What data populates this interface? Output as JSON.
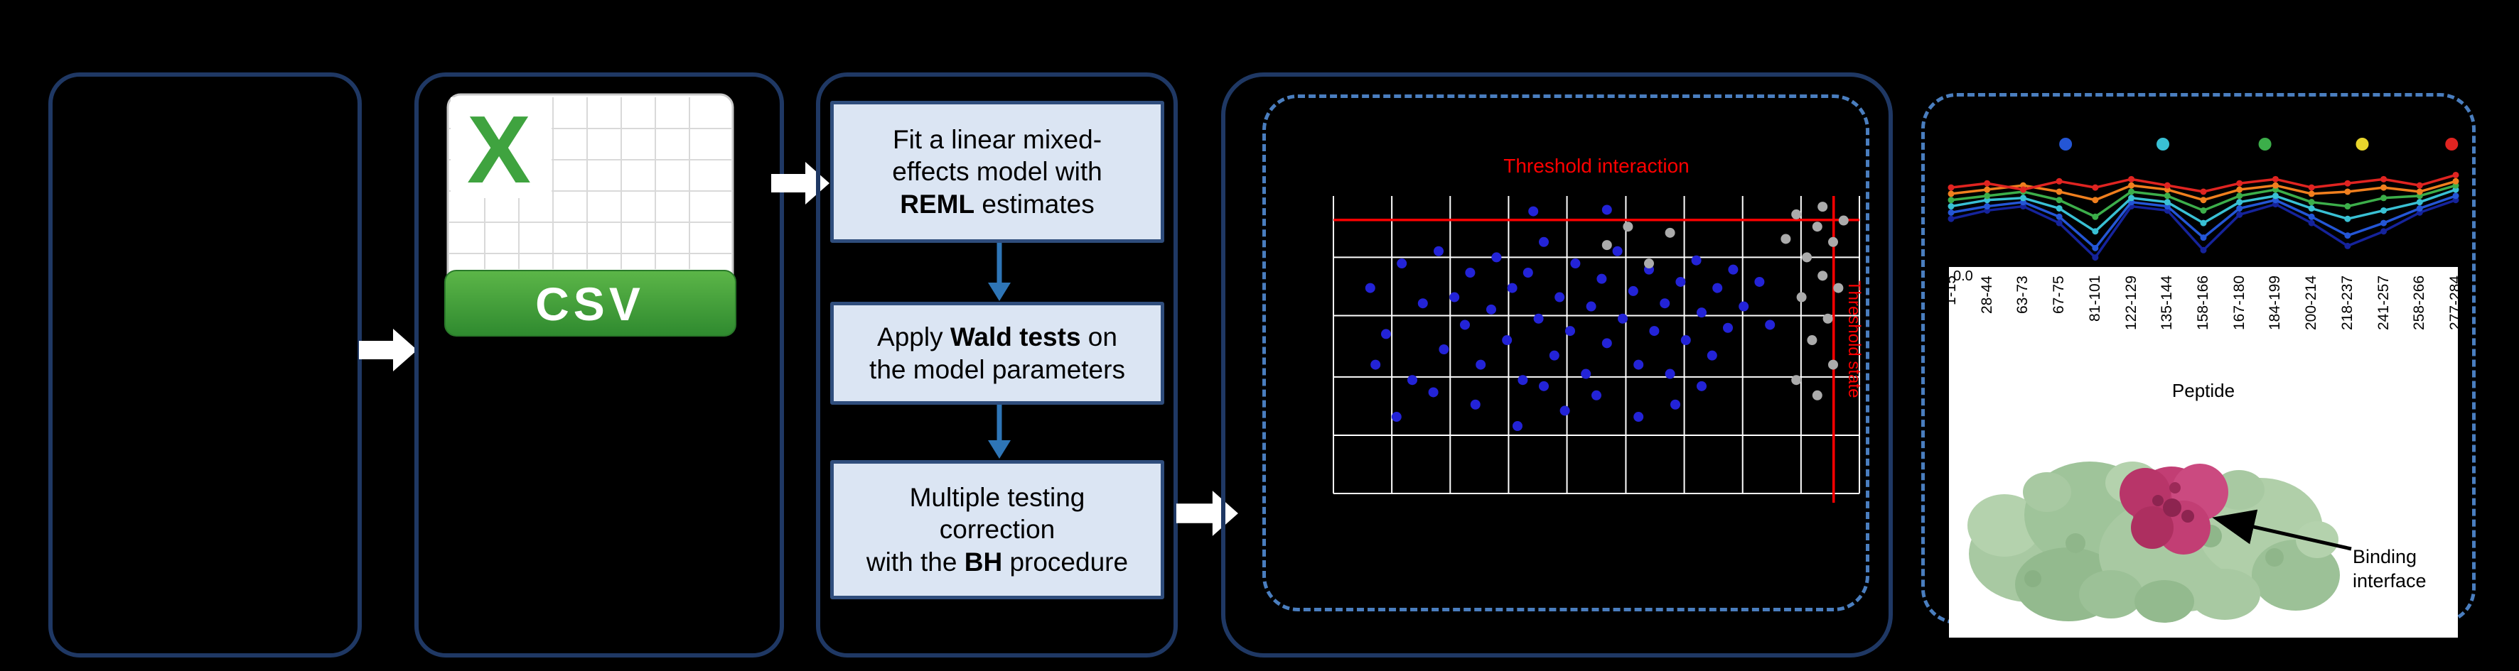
{
  "figure": {
    "background": "#000000"
  },
  "pipeline": {
    "csv": {
      "logo_letter": "X",
      "label": "CSV"
    },
    "steps": [
      {
        "pre": "Fit a linear mixed-\neffects model with\n",
        "bold": "REML",
        "post": " estimates"
      },
      {
        "pre": "Apply ",
        "bold": "Wald tests",
        "post": " on\nthe model parameters"
      },
      {
        "pre": "Multiple testing\ncorrection\nwith the ",
        "bold": "BH",
        "post": " procedure"
      }
    ]
  },
  "scatter": {
    "type": "scatter",
    "title": "Threshold interaction",
    "side_label": "Threshold state",
    "grid_x": [
      0,
      0.111,
      0.222,
      0.333,
      0.444,
      0.556,
      0.667,
      0.778,
      0.889,
      1
    ],
    "grid_y": [
      0.2,
      0.39,
      0.59,
      0.78,
      0.97
    ],
    "threshold_y": 0.078,
    "threshold_x": 0.951,
    "point_colors": {
      "b": "#2323d7",
      "g": "#ababab"
    },
    "points": [
      [
        0.07,
        0.3,
        "b"
      ],
      [
        0.1,
        0.45,
        "b"
      ],
      [
        0.13,
        0.22,
        "b"
      ],
      [
        0.15,
        0.6,
        "b"
      ],
      [
        0.17,
        0.35,
        "b"
      ],
      [
        0.2,
        0.18,
        "b"
      ],
      [
        0.21,
        0.5,
        "b"
      ],
      [
        0.23,
        0.33,
        "b"
      ],
      [
        0.25,
        0.42,
        "b"
      ],
      [
        0.26,
        0.25,
        "b"
      ],
      [
        0.28,
        0.55,
        "b"
      ],
      [
        0.3,
        0.37,
        "b"
      ],
      [
        0.31,
        0.2,
        "b"
      ],
      [
        0.33,
        0.47,
        "b"
      ],
      [
        0.34,
        0.3,
        "b"
      ],
      [
        0.36,
        0.6,
        "b"
      ],
      [
        0.37,
        0.25,
        "b"
      ],
      [
        0.39,
        0.4,
        "b"
      ],
      [
        0.4,
        0.15,
        "b"
      ],
      [
        0.42,
        0.52,
        "b"
      ],
      [
        0.43,
        0.33,
        "b"
      ],
      [
        0.45,
        0.44,
        "b"
      ],
      [
        0.46,
        0.22,
        "b"
      ],
      [
        0.48,
        0.58,
        "b"
      ],
      [
        0.49,
        0.36,
        "b"
      ],
      [
        0.51,
        0.27,
        "b"
      ],
      [
        0.52,
        0.48,
        "b"
      ],
      [
        0.54,
        0.18,
        "b"
      ],
      [
        0.55,
        0.4,
        "b"
      ],
      [
        0.57,
        0.31,
        "b"
      ],
      [
        0.58,
        0.55,
        "b"
      ],
      [
        0.6,
        0.24,
        "b"
      ],
      [
        0.61,
        0.44,
        "b"
      ],
      [
        0.63,
        0.35,
        "b"
      ],
      [
        0.64,
        0.58,
        "b"
      ],
      [
        0.66,
        0.28,
        "b"
      ],
      [
        0.67,
        0.47,
        "b"
      ],
      [
        0.69,
        0.21,
        "b"
      ],
      [
        0.7,
        0.38,
        "b"
      ],
      [
        0.72,
        0.52,
        "b"
      ],
      [
        0.73,
        0.3,
        "b"
      ],
      [
        0.75,
        0.43,
        "b"
      ],
      [
        0.76,
        0.24,
        "b"
      ],
      [
        0.78,
        0.36,
        "b"
      ],
      [
        0.12,
        0.72,
        "b"
      ],
      [
        0.27,
        0.68,
        "b"
      ],
      [
        0.44,
        0.7,
        "b"
      ],
      [
        0.58,
        0.72,
        "b"
      ],
      [
        0.35,
        0.75,
        "b"
      ],
      [
        0.19,
        0.64,
        "b"
      ],
      [
        0.5,
        0.65,
        "b"
      ],
      [
        0.65,
        0.68,
        "b"
      ],
      [
        0.08,
        0.55,
        "b"
      ],
      [
        0.7,
        0.62,
        "b"
      ],
      [
        0.4,
        0.62,
        "b"
      ],
      [
        0.38,
        0.05,
        "b"
      ],
      [
        0.52,
        0.045,
        "b"
      ],
      [
        0.83,
        0.42,
        "b"
      ],
      [
        0.81,
        0.28,
        "b"
      ],
      [
        0.88,
        0.06,
        "g"
      ],
      [
        0.92,
        0.1,
        "g"
      ],
      [
        0.95,
        0.15,
        "g"
      ],
      [
        0.9,
        0.2,
        "g"
      ],
      [
        0.93,
        0.26,
        "g"
      ],
      [
        0.89,
        0.33,
        "g"
      ],
      [
        0.94,
        0.4,
        "g"
      ],
      [
        0.91,
        0.47,
        "g"
      ],
      [
        0.95,
        0.55,
        "g"
      ],
      [
        0.88,
        0.6,
        "g"
      ],
      [
        0.92,
        0.65,
        "g"
      ],
      [
        0.96,
        0.3,
        "g"
      ],
      [
        0.86,
        0.14,
        "g"
      ],
      [
        0.97,
        0.08,
        "g"
      ],
      [
        0.93,
        0.035,
        "g"
      ],
      [
        0.56,
        0.1,
        "g"
      ],
      [
        0.6,
        0.22,
        "g"
      ],
      [
        0.64,
        0.12,
        "g"
      ],
      [
        0.52,
        0.16,
        "g"
      ]
    ]
  },
  "profile": {
    "type": "line",
    "xlabel": "Peptide",
    "ytick": "0.0",
    "peptides": [
      "1-15",
      "28-44",
      "63-73",
      "67-75",
      "81-101",
      "122-129",
      "135-144",
      "158-166",
      "167-180",
      "184-199",
      "200-214",
      "218-237",
      "241-257",
      "258-266",
      "277-284"
    ],
    "legend_dots": [
      {
        "color": "#2456d6",
        "x": 0.238
      },
      {
        "color": "#39c0d4",
        "x": 0.423
      },
      {
        "color": "#3cae4a",
        "x": 0.617
      },
      {
        "color": "#e8d52c",
        "x": 0.802
      },
      {
        "color": "#e02421",
        "x": 0.972
      }
    ],
    "series": [
      {
        "name": "navy",
        "color": "#15239b",
        "values": [
          0.6,
          0.52,
          0.48,
          0.64,
          0.97,
          0.48,
          0.52,
          0.9,
          0.56,
          0.46,
          0.64,
          0.86,
          0.72,
          0.54,
          0.42
        ]
      },
      {
        "name": "blue",
        "color": "#2456d6",
        "values": [
          0.54,
          0.48,
          0.44,
          0.58,
          0.88,
          0.44,
          0.48,
          0.78,
          0.5,
          0.42,
          0.58,
          0.76,
          0.64,
          0.5,
          0.38
        ]
      },
      {
        "name": "cyan",
        "color": "#39c0d4",
        "values": [
          0.48,
          0.42,
          0.4,
          0.5,
          0.72,
          0.4,
          0.44,
          0.64,
          0.44,
          0.38,
          0.5,
          0.6,
          0.52,
          0.44,
          0.32
        ]
      },
      {
        "name": "green",
        "color": "#3cae4a",
        "values": [
          0.42,
          0.38,
          0.34,
          0.42,
          0.58,
          0.34,
          0.38,
          0.52,
          0.38,
          0.32,
          0.44,
          0.48,
          0.4,
          0.38,
          0.28
        ]
      },
      {
        "name": "orange",
        "color": "#f07f1e",
        "values": [
          0.36,
          0.32,
          0.28,
          0.34,
          0.42,
          0.28,
          0.32,
          0.42,
          0.32,
          0.28,
          0.36,
          0.34,
          0.3,
          0.34,
          0.24
        ]
      },
      {
        "name": "red",
        "color": "#e02421",
        "values": [
          0.3,
          0.26,
          0.32,
          0.24,
          0.3,
          0.22,
          0.28,
          0.34,
          0.26,
          0.22,
          0.3,
          0.26,
          0.22,
          0.28,
          0.18
        ]
      }
    ]
  },
  "structure": {
    "annotation": "Binding\ninterface"
  },
  "colors": {
    "panel_border": "#1f3864",
    "dashed_border": "#4a7ebf",
    "step_fill": "#dbe5f3",
    "threshold": "#ff0000",
    "grid": "#ffffff",
    "down_arrow": "#2e75b6",
    "flow_arrow": "#ffffff",
    "csv_green": "#3fa33f"
  }
}
